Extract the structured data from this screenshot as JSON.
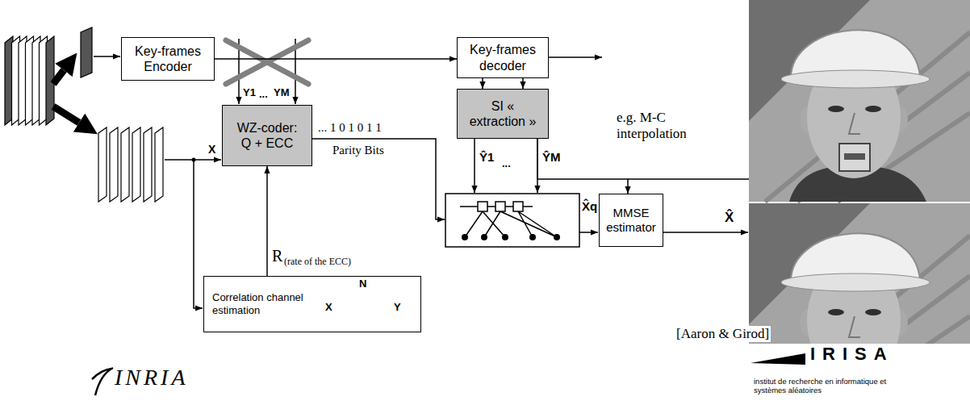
{
  "diagram": {
    "nodes": [
      {
        "text": [
          "Key-frames Encoder"
        ]
      },
      {
        "text": [
          "Key-frames decoder"
        ]
      },
      {
        "text": [
          "SI « extraction »"
        ]
      },
      {
        "text": [
          "WZ-coder: Q + ECC"
        ]
      },
      {
        "text": [
          "MMSE estimator"
        ]
      },
      {
        "text": [
          "Correlation channel estimation"
        ]
      }
    ],
    "edges": [
      {
        "from": 0,
        "to": 1,
        "arrow": "to"
      },
      {
        "from": 1,
        "to": 2,
        "arrow": "to"
      },
      {
        "from": 1,
        "to": 2,
        "arrow": "to"
      },
      {
        "from": 5,
        "to": 3,
        "arrow": "to",
        "label": "R"
      },
      {
        "from": 2,
        "to": 4,
        "arrow": "to"
      }
    ],
    "labels": [
      "Y1",
      "...",
      "YM",
      "X",
      "... 1 0 1 0 1 1",
      "Parity Bits",
      "(rate of the ECC)",
      "N",
      "X",
      "Y",
      "e.g. M-C interpolation",
      "Ŷ1",
      "...",
      "ŶM",
      "X̂q",
      "X̂",
      "[Aaron & Girod]",
      "INRIA",
      "IRISA",
      "institut de recherche en informatique et systèmes aléatoires"
    ]
  }
}
